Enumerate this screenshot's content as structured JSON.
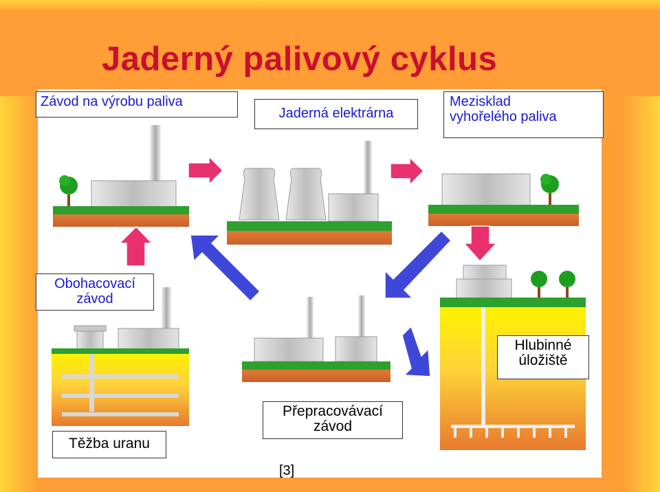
{
  "title": "Jaderný palivový cyklus",
  "labels": {
    "fuel_plant": "Závod na výrobu paliva",
    "power_plant": "Jaderná elektrárna",
    "interim_storage_line1": "Mezisklad",
    "interim_storage_line2": "vyhořelého paliva",
    "enrichment_line1": "Obohacovací",
    "enrichment_line2": "závod",
    "repository_line1": "Hlubinné",
    "repository_line2": "úložiště",
    "reprocessing_line1": "Přepracovávací",
    "reprocessing_line2": "závod",
    "mining": "Těžba uranu",
    "citation": "[3]"
  },
  "colors": {
    "title": "#c8102e",
    "label_text": "#1a1ad0",
    "grass": "#2ea02e",
    "soil": "#d9773a",
    "arrow_pink": "#e8306c",
    "arrow_blue": "#3f47d8",
    "building": "#d4d4d4"
  }
}
